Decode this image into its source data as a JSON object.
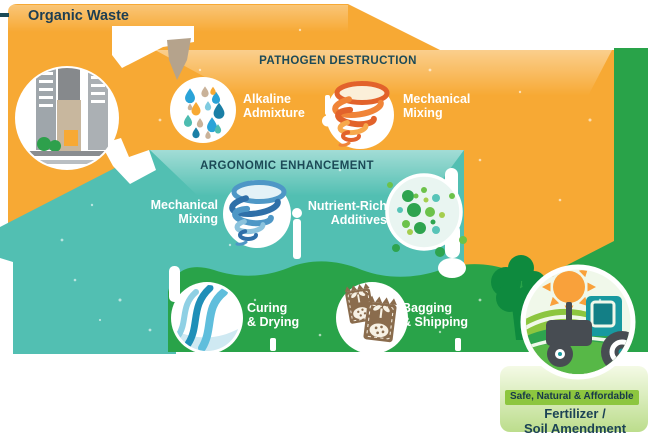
{
  "palette": {
    "orange_band": "#F7A934",
    "teal_band": "#52BFB2",
    "green_band": "#29A349",
    "dark_text": "#1C4355",
    "title_text": "#1C4A57",
    "white": "#FFFFFF",
    "highlight_green": "#8DC63F",
    "panel_green": "#CBE49B",
    "tan_arrow": "#B5A38C",
    "tornado_orange": "#E2622B",
    "tornado_blue": "#2F6FA8",
    "bag_brown": "#8A6C4D",
    "tractor_teal": "#1899A0",
    "sun_orange": "#F9A13B"
  },
  "source": {
    "label": "Organic Waste",
    "icon": "city-icon"
  },
  "stage_pathogen": {
    "title": "PATHOGEN DESTRUCTION",
    "step1": {
      "label": "Alkaline\nAdmixture",
      "icon": "alkaline-droplets-icon"
    },
    "step2": {
      "label": "Mechanical\nMixing",
      "icon": "tornado-orange-icon"
    }
  },
  "stage_agronomic": {
    "title": "ARGONOMIC ENHANCEMENT",
    "step1": {
      "label": "Mechanical\nMixing",
      "icon": "tornado-blue-icon"
    },
    "step2": {
      "label": "Nutrient-Rich\nAdditives",
      "icon": "nutrient-dots-icon"
    }
  },
  "stage_finishing": {
    "step1": {
      "label": "Curing\n& Drying",
      "icon": "curing-swirl-icon"
    },
    "step2": {
      "label": "Bagging\n& Shipping",
      "icon": "bags-icon"
    }
  },
  "output": {
    "tagline": "Safe, Natural & Affordable",
    "label": "Fertilizer /\nSoil Amendment",
    "icon": "tractor-farm-icon"
  }
}
